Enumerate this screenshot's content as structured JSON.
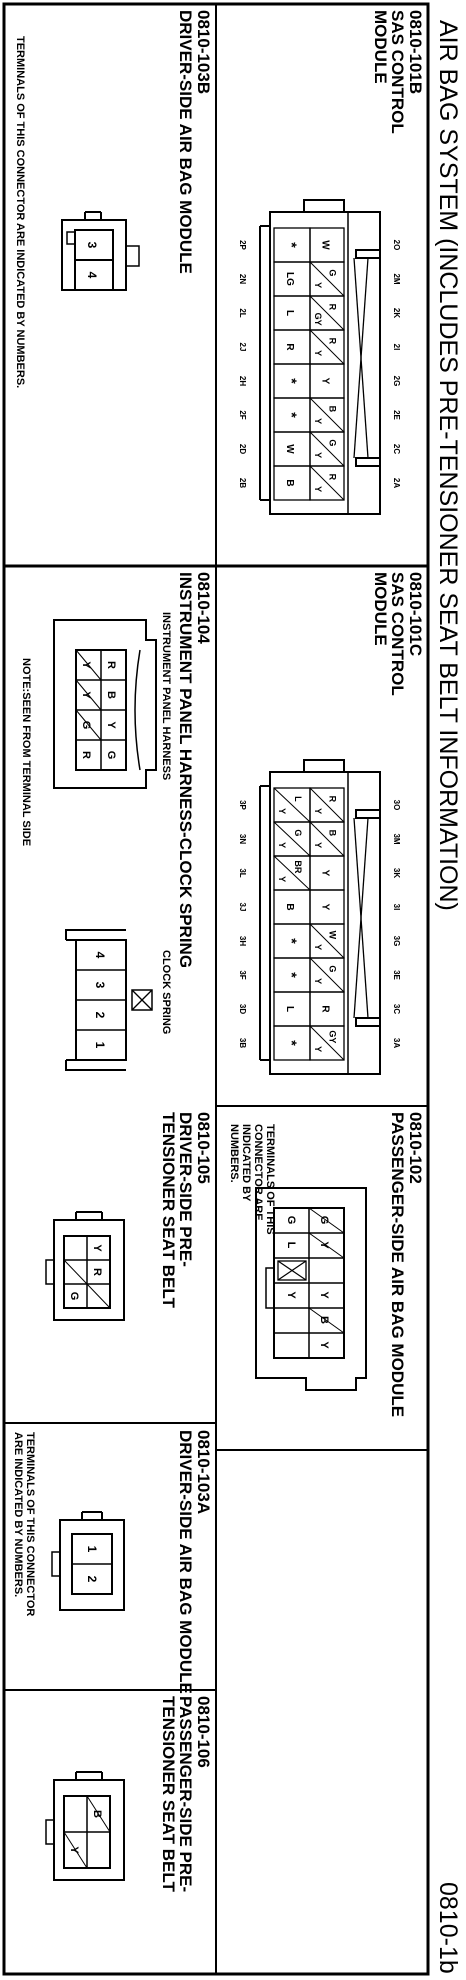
{
  "title": "AIR BAG SYSTEM (INCLUDES PRE-TENSIONER SEAT BELT INFORMATION)",
  "page_number": "0810-1b",
  "panels": [
    {
      "code": "0810-101B",
      "name": "SAS CONTROL\nMODULE",
      "top_labels": [
        "2O",
        "2M",
        "2K",
        "2I",
        "2G",
        "2E",
        "2C",
        "2A"
      ],
      "bottom_labels": [
        "2P",
        "2N",
        "2L",
        "2J",
        "2H",
        "2F",
        "2D",
        "2B"
      ],
      "top_row": [
        "W",
        "G/Y",
        "R/GY",
        "R/Y",
        "Y",
        "B/Y",
        "G/Y",
        "R/Y"
      ],
      "bottom_row": [
        "*",
        "LG",
        "L",
        "R",
        "*",
        "*",
        "W",
        "B"
      ]
    },
    {
      "code": "0810-103B",
      "name": "DRIVER-SIDE AIR BAG MODULE",
      "note": "TERMINALS OF THIS CONNECTOR ARE INDICATED BY NUMBERS.",
      "pins": [
        "3",
        "4"
      ]
    },
    {
      "code": "0810-101C",
      "name": "SAS CONTROL\nMODULE",
      "top_labels": [
        "3O",
        "3M",
        "3K",
        "3I",
        "3G",
        "3E",
        "3C",
        "3A"
      ],
      "bottom_labels": [
        "3P",
        "3N",
        "3L",
        "3J",
        "3H",
        "3F",
        "3D",
        "3B"
      ],
      "top_row": [
        "R/Y",
        "B/Y",
        "Y",
        "Y",
        "W/Y",
        "G/Y",
        "R",
        "GY/Y"
      ],
      "bottom_row": [
        "L/Y",
        "G/Y",
        "BR/Y",
        "B",
        "*",
        "*",
        "L",
        "*"
      ]
    },
    {
      "code": "0810-104",
      "name": "INSTRUMENT PANEL HARNESS-CLOCK SPRING",
      "left_label": "INSTRUMENT PANEL HARNESS",
      "right_label": "CLOCK SPRING",
      "left_pins_top": [
        "R",
        "B",
        "Y",
        "G"
      ],
      "left_pins_bottom": [
        "Y",
        "Y",
        "G",
        "R"
      ],
      "right_pins": [
        "4",
        "3",
        "2",
        "1"
      ],
      "note": "NOTE:SEEN FROM TERMINAL SIDE"
    },
    {
      "code": "0810-102",
      "name": "PASSENGER-SIDE AIR BAG MODULE",
      "note": "TERMINALS OF THIS\nCONNECTOR ARE\nINDICATED BY\nNUMBERS.",
      "pins_top": [
        "G",
        "Y",
        "",
        "Y",
        "B",
        "Y"
      ],
      "pins_bottom": [
        "G",
        "L",
        "",
        "Y",
        "",
        ""
      ]
    },
    {
      "code": "0810-105",
      "name": "DRIVER-SIDE PRE-\nTENSIONER SEAT BELT",
      "pins": [
        "Y",
        "R",
        "G"
      ]
    },
    {
      "code": "0810-103A",
      "name": "DRIVER-SIDE AIR BAG MODULE",
      "note": "TERMINALS OF THIS CONNECTOR\nARE INDICATED BY NUMBERS.",
      "pins": [
        "1",
        "2"
      ]
    },
    {
      "code": "0810-106",
      "name": "PASSENGER-SIDE PRE-\nTENSIONER SEAT BELT",
      "pins": [
        "B",
        "Y"
      ]
    }
  ]
}
